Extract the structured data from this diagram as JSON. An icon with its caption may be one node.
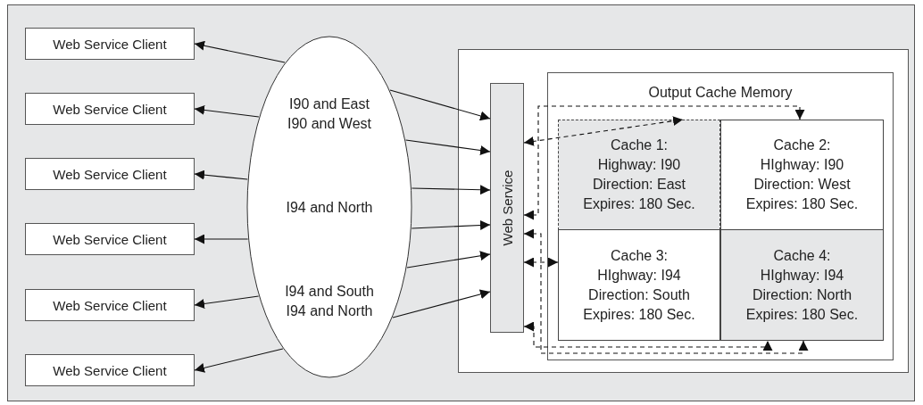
{
  "diagram": {
    "nodes": [
      {
        "text": [
          "Web Service Client"
        ]
      },
      {
        "text": [
          "Web Service Client"
        ]
      },
      {
        "text": [
          "Web Service Client"
        ]
      },
      {
        "text": [
          "Web Service Client"
        ]
      },
      {
        "text": [
          "Web Service Client"
        ]
      },
      {
        "text": [
          "Web Service Client"
        ]
      },
      {
        "text": [
          "I90 and East I90 and West",
          "I94 and North",
          "I94 and South I94 and North"
        ]
      },
      {
        "text": [],
        "shape": "box"
      },
      {
        "text": [
          "Web Service"
        ],
        "in": 7
      },
      {
        "text": [
          "Output Cache Memory"
        ],
        "in": 7
      },
      {
        "text": [
          "Cache 1:",
          "Highway: I90",
          "Direction: East",
          "Expires: 180 Sec."
        ],
        "in": 9
      },
      {
        "text": [
          "Cache 2:",
          "HIghway: I90",
          "Direction: West",
          "Expires: 180 Sec."
        ],
        "in": 9
      },
      {
        "text": [
          "Cache 3:",
          "HIghway: I94",
          "Direction: South",
          "Expires: 180 Sec."
        ],
        "in": 9
      },
      {
        "text": [
          "Cache 4:",
          "HIghway: I94",
          "Direction: North",
          "Expires: 180 Sec."
        ],
        "in": 9
      }
    ],
    "edges": [
      {
        "from": 6,
        "to": 0,
        "arrow": "to"
      },
      {
        "from": 6,
        "to": 1,
        "arrow": "to"
      },
      {
        "from": 6,
        "to": 2,
        "arrow": "to"
      },
      {
        "from": 6,
        "to": 3,
        "arrow": "to"
      },
      {
        "from": 6,
        "to": 4,
        "arrow": "to"
      },
      {
        "from": 6,
        "to": 5,
        "arrow": "to"
      },
      {
        "from": 6,
        "to": 8,
        "arrow": "to"
      },
      {
        "from": 6,
        "to": 8,
        "arrow": "to"
      },
      {
        "from": 6,
        "to": 8,
        "arrow": "to"
      },
      {
        "from": 6,
        "to": 8,
        "arrow": "to"
      },
      {
        "from": 6,
        "to": 8,
        "arrow": "to"
      },
      {
        "from": 6,
        "to": 8,
        "arrow": "to"
      },
      {
        "from": 8,
        "to": 10,
        "arrow": "both",
        "style": "dashed"
      },
      {
        "from": 8,
        "to": 11,
        "arrow": "both",
        "style": "dashed"
      },
      {
        "from": 8,
        "to": 13,
        "arrow": "both",
        "style": "dashed"
      },
      {
        "from": 8,
        "to": 12,
        "arrow": "both",
        "style": "dashed"
      },
      {
        "from": 8,
        "to": 13,
        "arrow": "both",
        "style": "dashed"
      }
    ]
  }
}
